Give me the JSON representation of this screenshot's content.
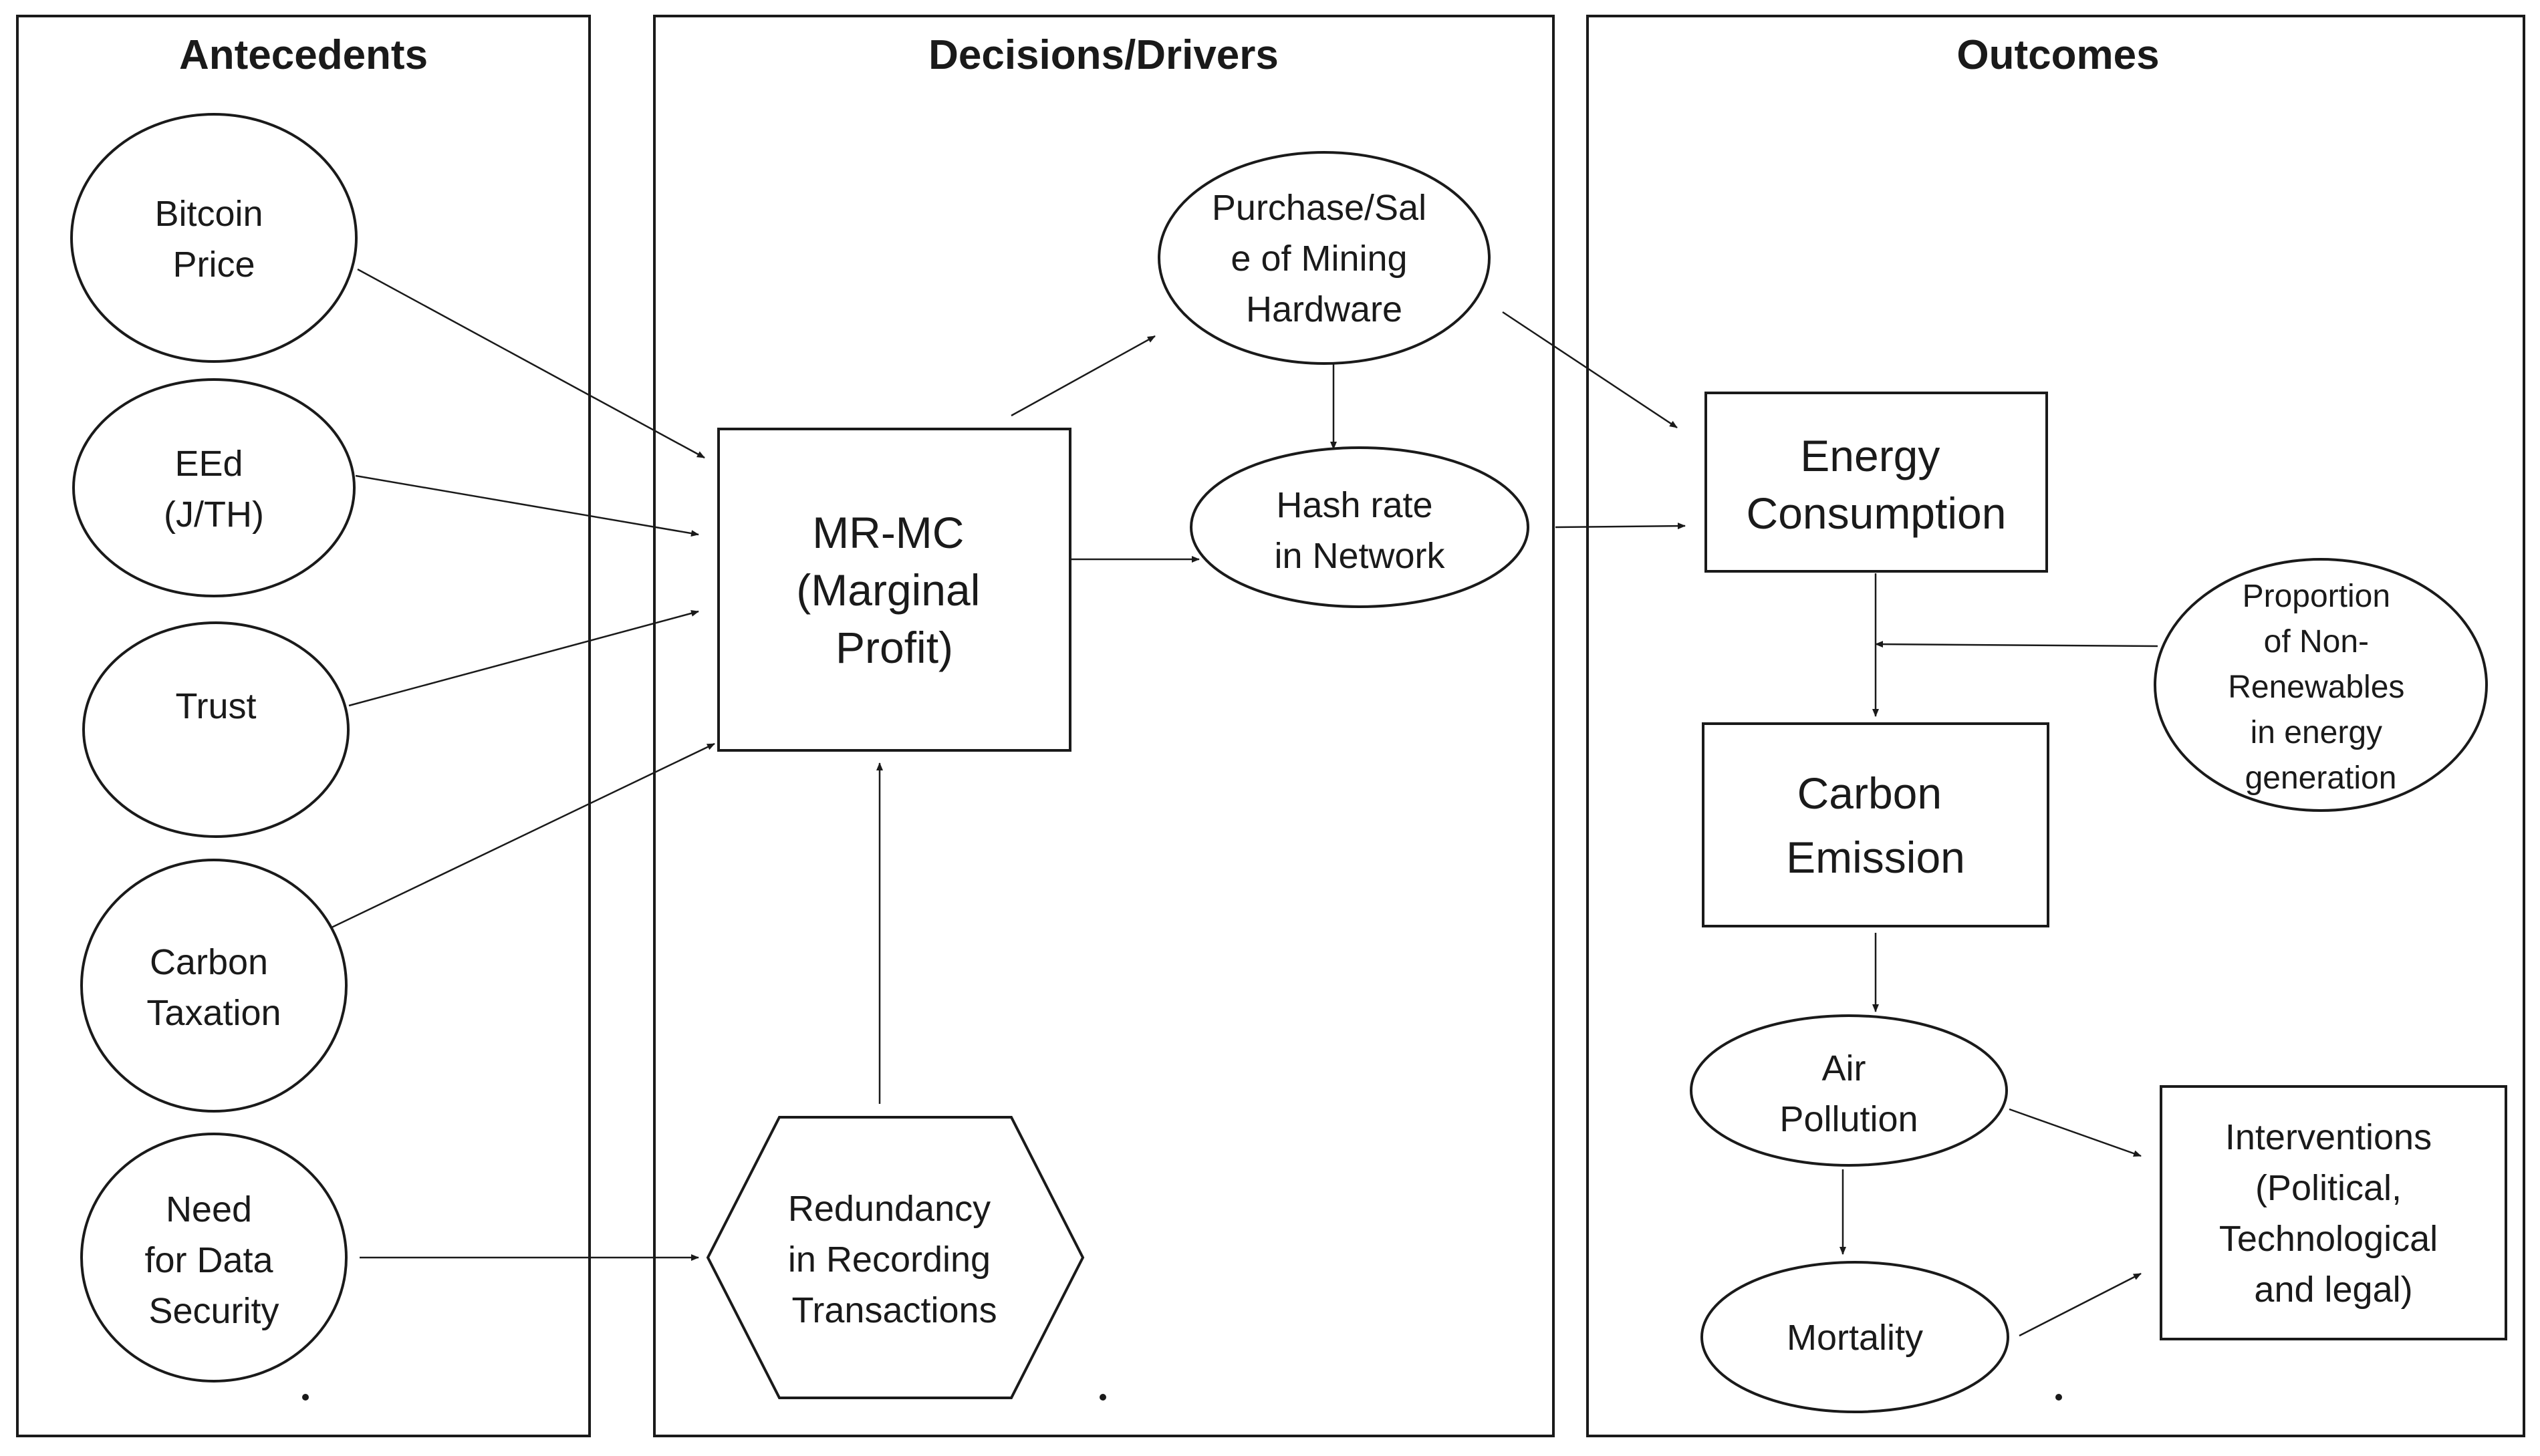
{
  "panels": {
    "antecedents": {
      "title": "Antecedents"
    },
    "decisions": {
      "title": "Decisions/Drivers"
    },
    "outcomes": {
      "title": "Outcomes"
    }
  },
  "nodes": {
    "bitcoin_price": {
      "lines": [
        "Bitcoin",
        "Price"
      ]
    },
    "eed": {
      "lines": [
        "EEd",
        "(J/TH)"
      ]
    },
    "trust": {
      "lines": [
        "Trust"
      ]
    },
    "carbon_taxation": {
      "lines": [
        "Carbon",
        "Taxation"
      ]
    },
    "need_data_security": {
      "lines": [
        "Need",
        "for Data",
        "Security"
      ]
    },
    "purchase_sale": {
      "lines": [
        "Purchase/Sal",
        "e of Mining",
        "Hardware"
      ]
    },
    "mr_mc": {
      "lines": [
        "MR-MC",
        "(Marginal",
        "Profit)"
      ]
    },
    "hash_rate": {
      "lines": [
        "Hash rate",
        "in Network"
      ]
    },
    "redundancy": {
      "lines": [
        "Redundancy",
        "in Recording",
        "Transactions"
      ]
    },
    "energy_consumption": {
      "lines": [
        "Energy",
        "Consumption"
      ]
    },
    "non_renewables": {
      "lines": [
        "Proportion",
        "of Non-",
        "Renewables",
        "in energy",
        "generation"
      ]
    },
    "carbon_emission": {
      "lines": [
        "Carbon",
        "Emission"
      ]
    },
    "air_pollution": {
      "lines": [
        "Air",
        "Pollution"
      ]
    },
    "mortality": {
      "lines": [
        "Mortality"
      ]
    },
    "interventions": {
      "lines": [
        "Interventions",
        "(Political,",
        "Technological",
        "and legal)"
      ]
    }
  },
  "edges": [
    {
      "from": "bitcoin_price",
      "to": "mr_mc"
    },
    {
      "from": "eed",
      "to": "mr_mc"
    },
    {
      "from": "trust",
      "to": "mr_mc"
    },
    {
      "from": "carbon_taxation",
      "to": "mr_mc"
    },
    {
      "from": "need_data_security",
      "to": "redundancy"
    },
    {
      "from": "redundancy",
      "to": "mr_mc"
    },
    {
      "from": "mr_mc",
      "to": "purchase_sale"
    },
    {
      "from": "mr_mc",
      "to": "hash_rate"
    },
    {
      "from": "purchase_sale",
      "to": "hash_rate"
    },
    {
      "from": "purchase_sale",
      "to": "energy_consumption"
    },
    {
      "from": "hash_rate",
      "to": "energy_consumption"
    },
    {
      "from": "energy_consumption",
      "to": "carbon_emission"
    },
    {
      "from": "non_renewables",
      "to": "carbon_emission"
    },
    {
      "from": "carbon_emission",
      "to": "air_pollution"
    },
    {
      "from": "air_pollution",
      "to": "mortality"
    },
    {
      "from": "air_pollution",
      "to": "interventions"
    },
    {
      "from": "mortality",
      "to": "interventions"
    }
  ],
  "colors": {
    "stroke": "#1a1a1a",
    "background": "#ffffff"
  }
}
